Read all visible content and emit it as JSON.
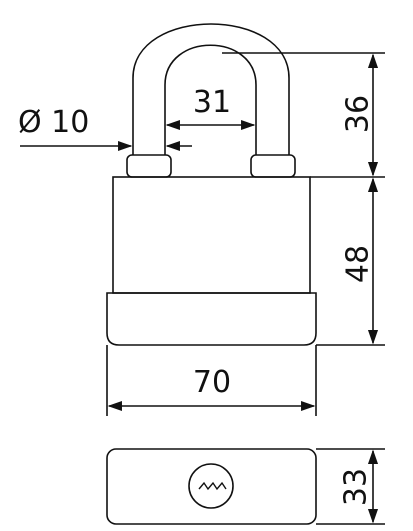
{
  "dimensions": {
    "shackle_diameter": "Ø 10",
    "shackle_inner_width": "31",
    "shackle_height": "36",
    "body_height": "48",
    "body_width": "70",
    "body_thickness": "33"
  },
  "colors": {
    "line": "#111111",
    "background": "#ffffff"
  },
  "icons": {
    "keyhole": "keyhole-icon"
  }
}
